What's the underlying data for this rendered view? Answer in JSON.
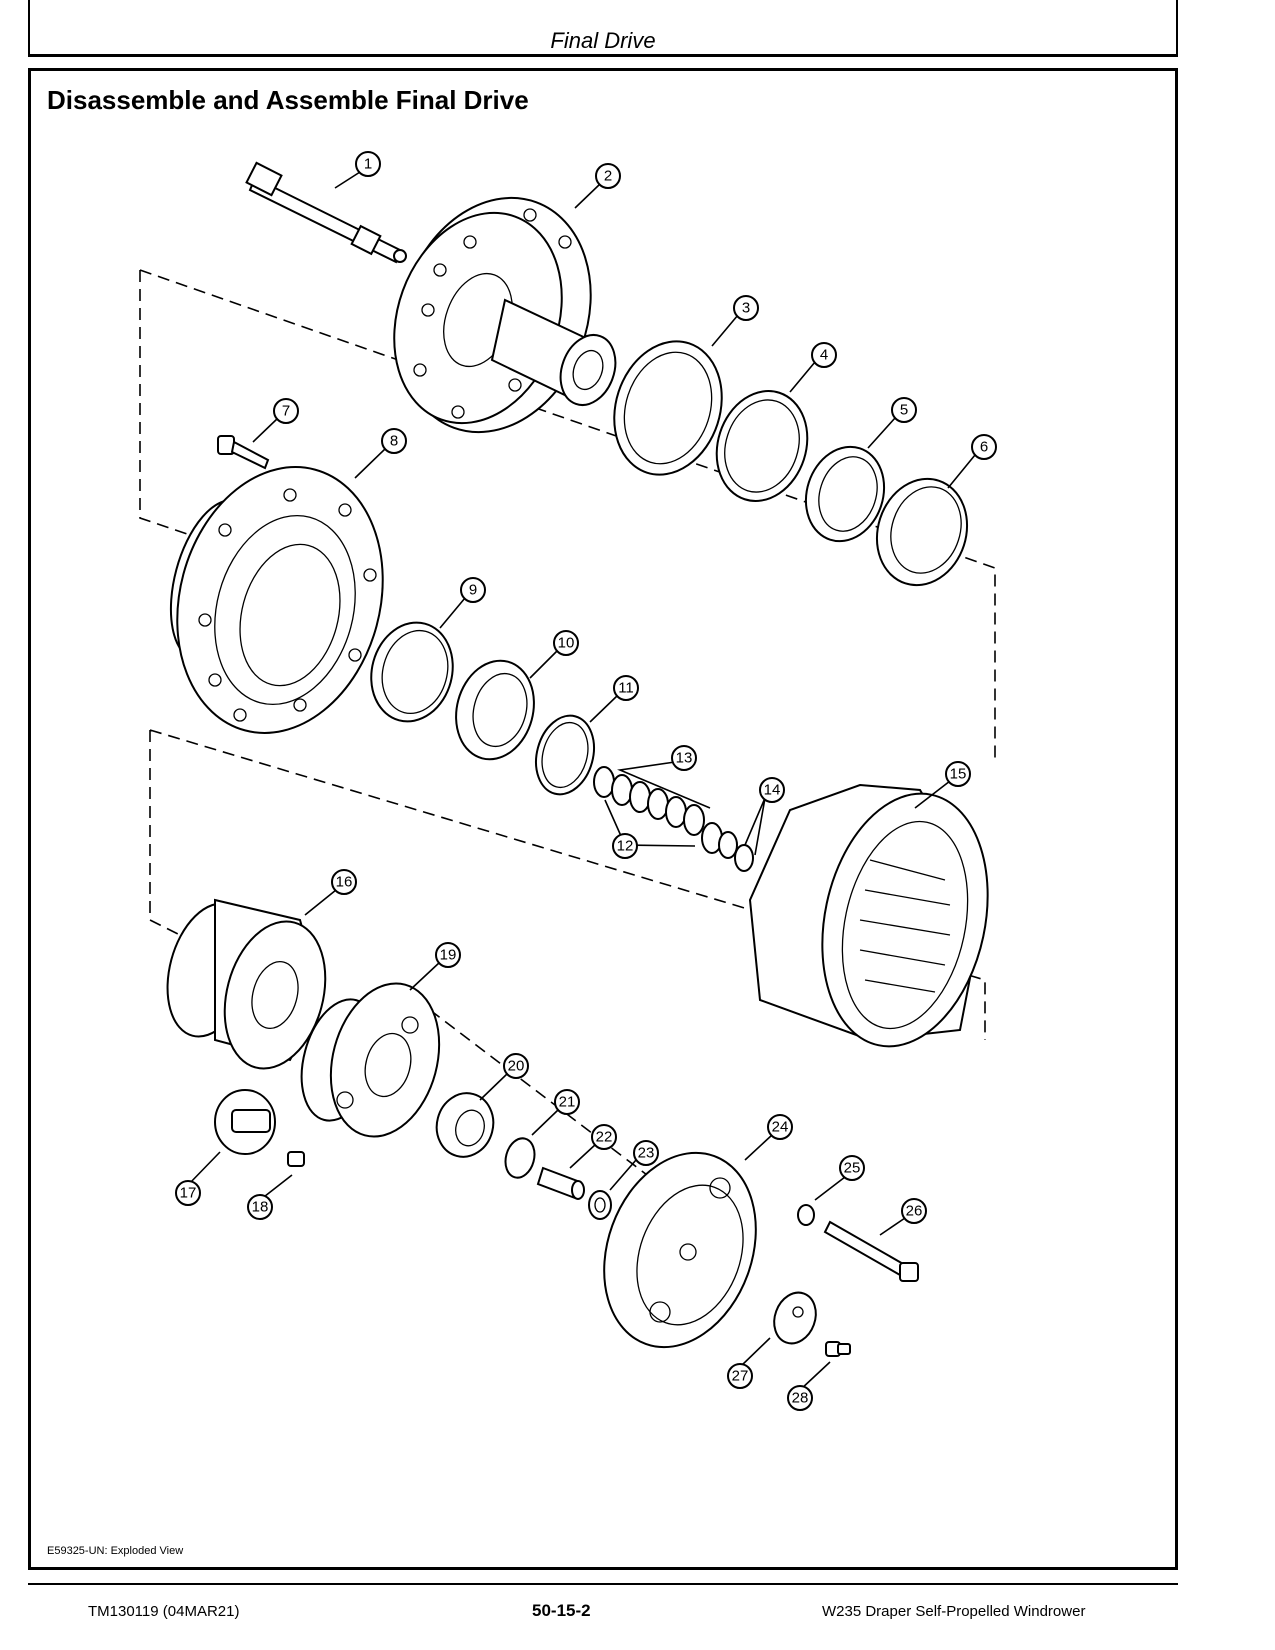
{
  "header": {
    "title": "Final Drive"
  },
  "section": {
    "title": "Disassemble and Assemble Final Drive"
  },
  "figure": {
    "caption": "E59325-UN: Exploded View",
    "callouts": [
      "1",
      "2",
      "3",
      "4",
      "5",
      "6",
      "7",
      "8",
      "9",
      "10",
      "11",
      "12",
      "12",
      "13",
      "14",
      "14",
      "15",
      "16",
      "17",
      "18",
      "19",
      "20",
      "21",
      "22",
      "23",
      "24",
      "25",
      "26",
      "27",
      "28"
    ]
  },
  "footer": {
    "left": "TM130119 (04MAR21)",
    "center": "50-15-2",
    "right": "W235 Draper Self-Propelled Windrower"
  }
}
